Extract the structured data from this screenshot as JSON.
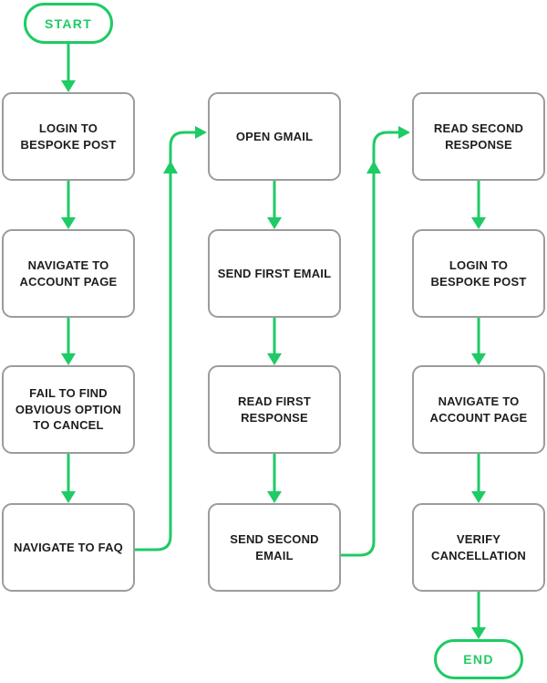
{
  "flowchart": {
    "start_label": "START",
    "end_label": "END",
    "columns": [
      {
        "nodes": [
          "LOGIN TO BESPOKE POST",
          "NAVIGATE TO ACCOUNT PAGE",
          "FAIL TO FIND OBVIOUS OPTION TO CANCEL",
          "NAVIGATE TO FAQ"
        ]
      },
      {
        "nodes": [
          "OPEN GMAIL",
          "SEND FIRST EMAIL",
          "READ FIRST RESPONSE",
          "SEND SECOND EMAIL"
        ]
      },
      {
        "nodes": [
          "READ SECOND RESPONSE",
          "LOGIN TO BESPOKE POST",
          "NAVIGATE TO ACCOUNT PAGE",
          "VERIFY CANCELLATION"
        ]
      }
    ],
    "colors": {
      "accent_green": "#1ecb64",
      "node_border": "#9c9c9c",
      "node_text": "#1e1e1e",
      "background": "#ffffff"
    }
  }
}
